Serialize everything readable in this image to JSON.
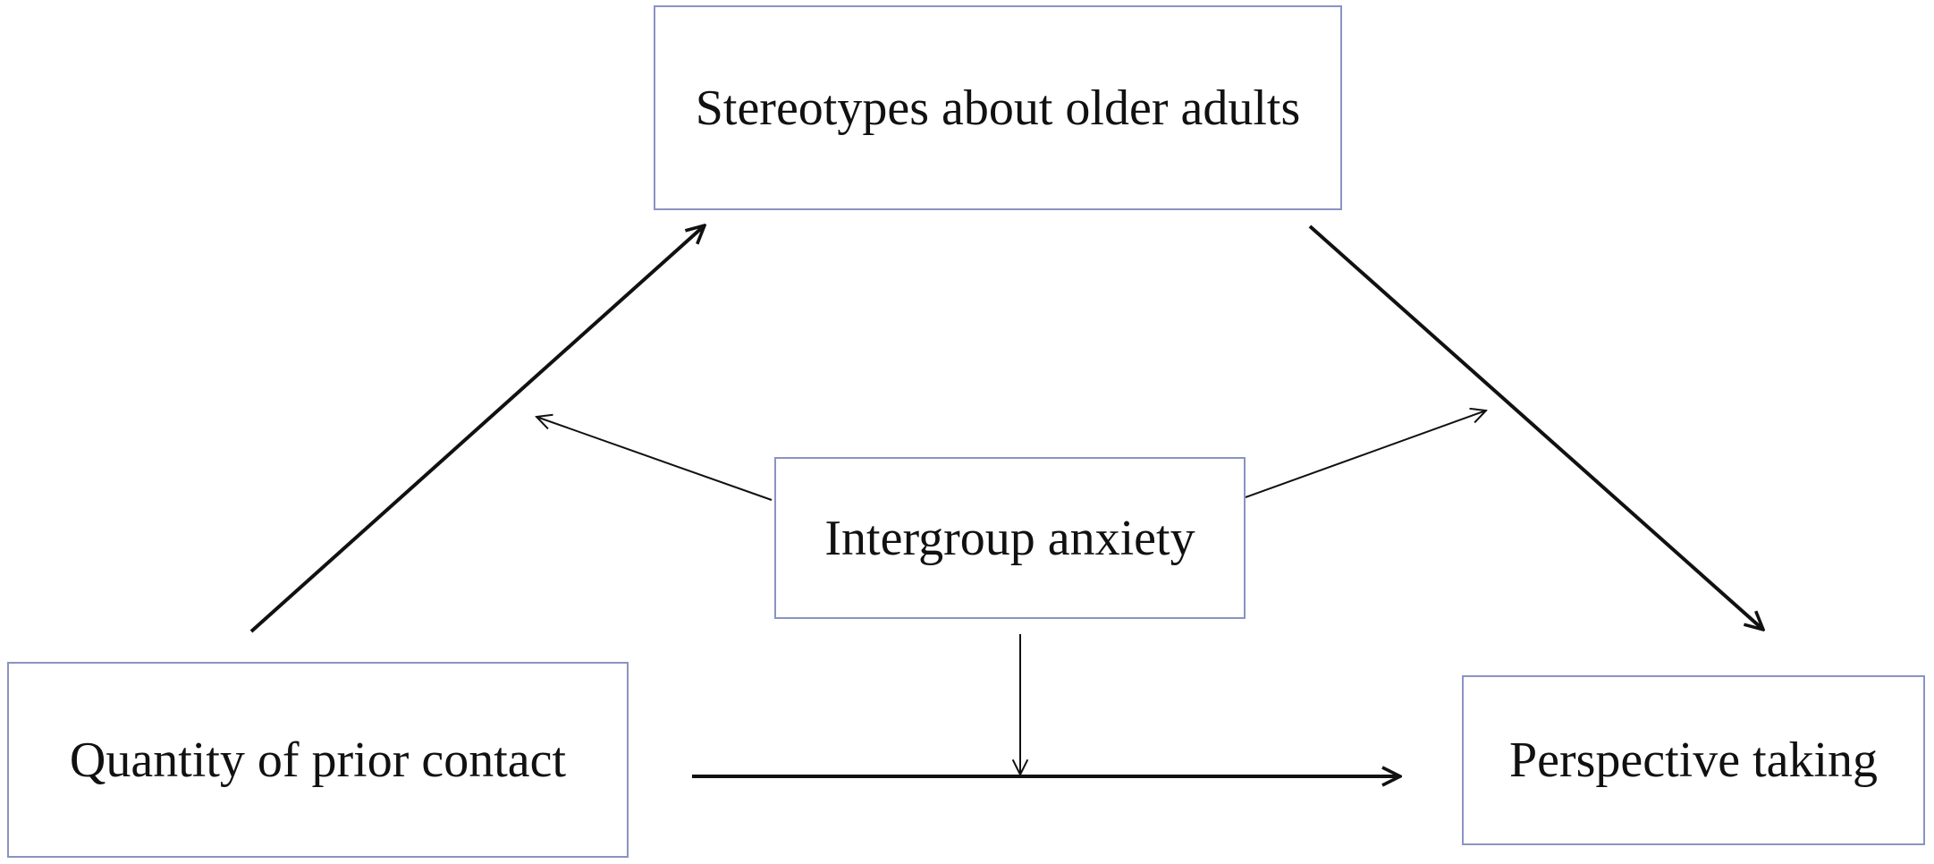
{
  "nodes": {
    "stereotypes": {
      "label": "Stereotypes about older adults"
    },
    "anxiety": {
      "label": "Intergroup anxiety"
    },
    "contact": {
      "label": "Quantity of prior contact"
    },
    "perspective": {
      "label": "Perspective taking"
    }
  },
  "edges": [
    {
      "from": "contact",
      "to": "stereotypes",
      "weight": "thick"
    },
    {
      "from": "stereotypes",
      "to": "perspective",
      "weight": "thick"
    },
    {
      "from": "contact",
      "to": "perspective",
      "weight": "thick"
    },
    {
      "from": "anxiety",
      "to": "contact-stereotypes path",
      "weight": "thin"
    },
    {
      "from": "anxiety",
      "to": "stereotypes-perspective path",
      "weight": "thin"
    },
    {
      "from": "anxiety",
      "to": "contact-perspective path",
      "weight": "thin"
    }
  ],
  "colors": {
    "box_border": "#8a93c4",
    "arrow": "#111111",
    "text": "#111111"
  }
}
